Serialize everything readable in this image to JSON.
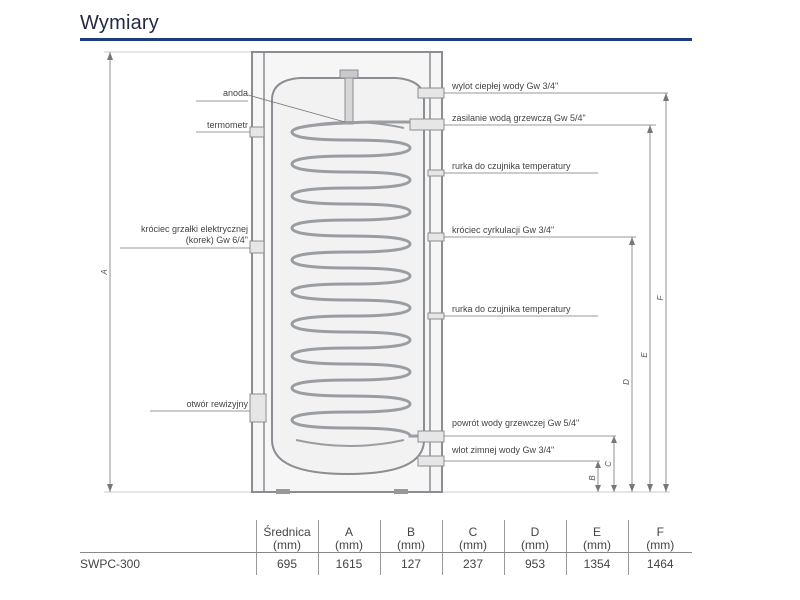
{
  "title": "Wymiary",
  "colors": {
    "accent": "#1f3d7a",
    "tank": "#8a8d92",
    "tank_fill": "#f4f4f4",
    "coil": "#9a9da2"
  },
  "labels_left": {
    "anoda": "anoda",
    "termometr": "termometr",
    "heater_line1": "króciec grzałki elektrycznej",
    "heater_line2": "(korek) Gw 6/4\"",
    "inspection": "otwór rewizyjny"
  },
  "labels_right": {
    "hot_outlet": "wylot ciepłej wody Gw 3/4\"",
    "heating_supply": "zasilanie wodą grzewczą Gw 5/4\"",
    "sensor_tube_1": "rurka do czujnika temperatury",
    "circulation": "króciec cyrkulacji Gw 3/4\"",
    "sensor_tube_2": "rurka do czujnika temperatury",
    "heating_return": "powrót wody grzewczej Gw 5/4\"",
    "cold_inlet": "wlot zimnej wody Gw 3/4\""
  },
  "dimension_letters": {
    "A": "A",
    "B": "B",
    "C": "C",
    "D": "D",
    "E": "E",
    "F": "F"
  },
  "table": {
    "headers": [
      {
        "line1": "",
        "line2": ""
      },
      {
        "line1": "Średnica",
        "line2": "(mm)"
      },
      {
        "line1": "A",
        "line2": "(mm)"
      },
      {
        "line1": "B",
        "line2": "(mm)"
      },
      {
        "line1": "C",
        "line2": "(mm)"
      },
      {
        "line1": "D",
        "line2": "(mm)"
      },
      {
        "line1": "E",
        "line2": "(mm)"
      },
      {
        "line1": "F",
        "line2": "(mm)"
      }
    ],
    "rows": [
      [
        "SWPC-300",
        "695",
        "1615",
        "127",
        "237",
        "953",
        "1354",
        "1464"
      ]
    ]
  }
}
